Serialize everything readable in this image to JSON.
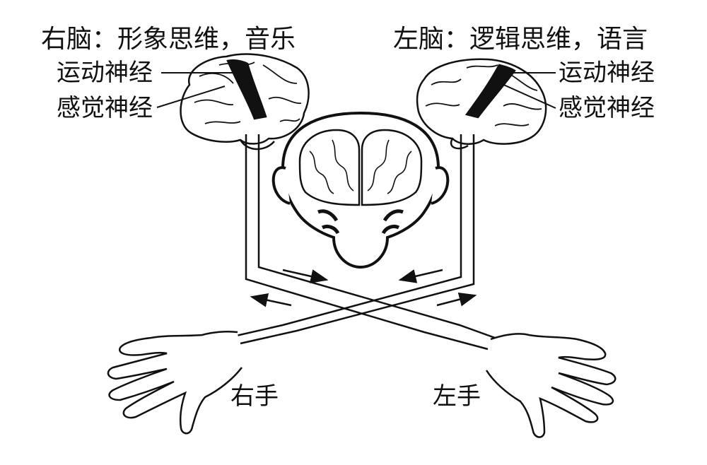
{
  "labels": {
    "right_brain_title": "右脑：形象思维，音乐",
    "left_brain_title": "左脑：逻辑思维，语言",
    "right_motor": "运动神经",
    "right_sensory": "感觉神经",
    "left_motor": "运动神经",
    "left_sensory": "感觉神经",
    "right_hand": "右手",
    "left_hand": "左手"
  }
}
